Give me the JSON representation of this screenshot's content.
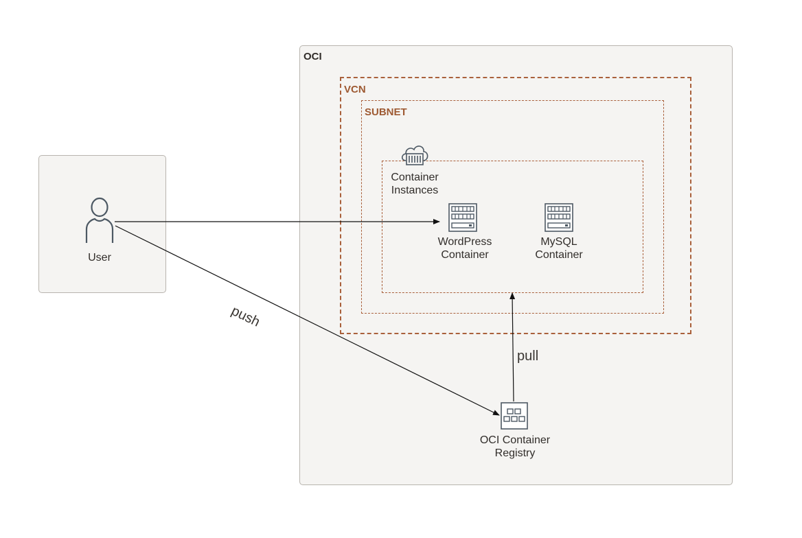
{
  "colors": {
    "panel_bg": "#f5f4f2",
    "panel_border": "#b8b4ae",
    "network_border": "#a9603b",
    "network_label": "#9e5a33",
    "icon_stroke": "#4c5863",
    "arrow": "#111111"
  },
  "regions": {
    "user_panel": {
      "label": ""
    },
    "oci": {
      "label": "OCI"
    },
    "vcn": {
      "label": "VCN"
    },
    "subnet": {
      "label": "SUBNET"
    },
    "container_instances": {
      "label_line1": "Container",
      "label_line2": "Instances",
      "icon": "cloud-container-icon"
    }
  },
  "nodes": {
    "user": {
      "label": "User",
      "icon": "user-icon"
    },
    "wordpress": {
      "label_line1": "WordPress",
      "label_line2": "Container",
      "icon": "server-icon"
    },
    "mysql": {
      "label_line1": "MySQL",
      "label_line2": "Container",
      "icon": "server-icon"
    },
    "registry": {
      "label_line1": "OCI Container",
      "label_line2": "Registry",
      "icon": "registry-icon"
    }
  },
  "edges": [
    {
      "from": "user",
      "to": "wordpress",
      "label": ""
    },
    {
      "from": "user",
      "to": "registry",
      "label": "push"
    },
    {
      "from": "registry",
      "to": "container_instances",
      "label": "pull"
    }
  ]
}
